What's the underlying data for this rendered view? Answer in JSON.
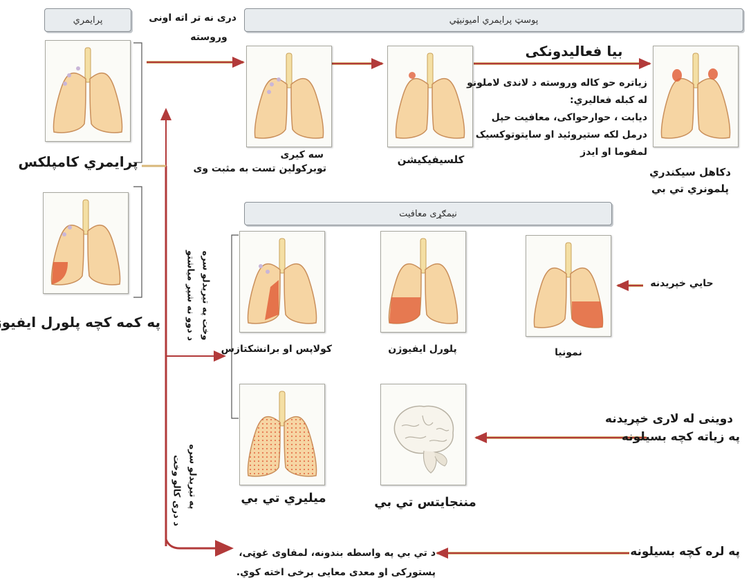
{
  "headers": {
    "primary": "پرایمري",
    "post_primary": "پوسټ پرایمري امیونیټي",
    "partial_immunity": "نیمګړی معافیت"
  },
  "labels": {
    "primary_complex": "پرایمري کامپلکس",
    "small_pleural_effusion": "په کمه کچه پلورل ایفیوژن",
    "after_years_top": "دری نه تر اته اونی",
    "after_years_bottom": "وروسته",
    "healing_line1": "سه کیری",
    "healing_line2": "توبرکولین تست به مثبت وی",
    "calcification": "کلسیفیکیشن",
    "reactivation": "بیا فعالیدونکی",
    "secondary_line1": "دکاهل سیکندري",
    "secondary_line2": "پلمونري تي بي",
    "collapse": "کولاپس او برانشکتازس",
    "pleural_effusion": "پلورل ایفیوژن",
    "pneumonia": "نمونیا",
    "local_spread": "حایي خپریدنه",
    "miliary": "میلیري تي بي",
    "meningitis": "مننجایتس تي بي",
    "blood_spread_line1": "دوینی له لاری خپریدنه",
    "blood_spread_line2": "په زیاته کچه بسیلونه",
    "few_bacilli": "په لره کچه بسیلونه",
    "vertical_1_line1": "د دوو نه شپږ میاشتو",
    "vertical_1_line2": "وخت په تیریدلو سره",
    "vertical_2_line1": "د دری کالو وخت",
    "vertical_2_line2": "په تیریدلو سره"
  },
  "notes": {
    "reactivation_lines": [
      "زیاتره حو کاله وروسته د لاندی لاملونو",
      "له کبله فعالیري:",
      "دیابت ، حوارحواکی، معافیت حپل",
      "درمل لکه ستیروئید او سایتوتوکسیک",
      "لمفوما او ایدز"
    ],
    "bottom_lines": [
      "د تي بي په واسطه بندونه، لمفاوی غوټی،",
      "پستورکی او معدی معایی برخی اخته کوي."
    ]
  },
  "colors": {
    "arrow": "#b23a3a",
    "lung_fill": "#f6d5a3",
    "lung_stroke": "#c98f5b",
    "lesion": "#e2613c",
    "header_bg": "#e8ecef"
  },
  "icons": [
    "lungs-icon",
    "brain-icon",
    "arrow-icon"
  ]
}
